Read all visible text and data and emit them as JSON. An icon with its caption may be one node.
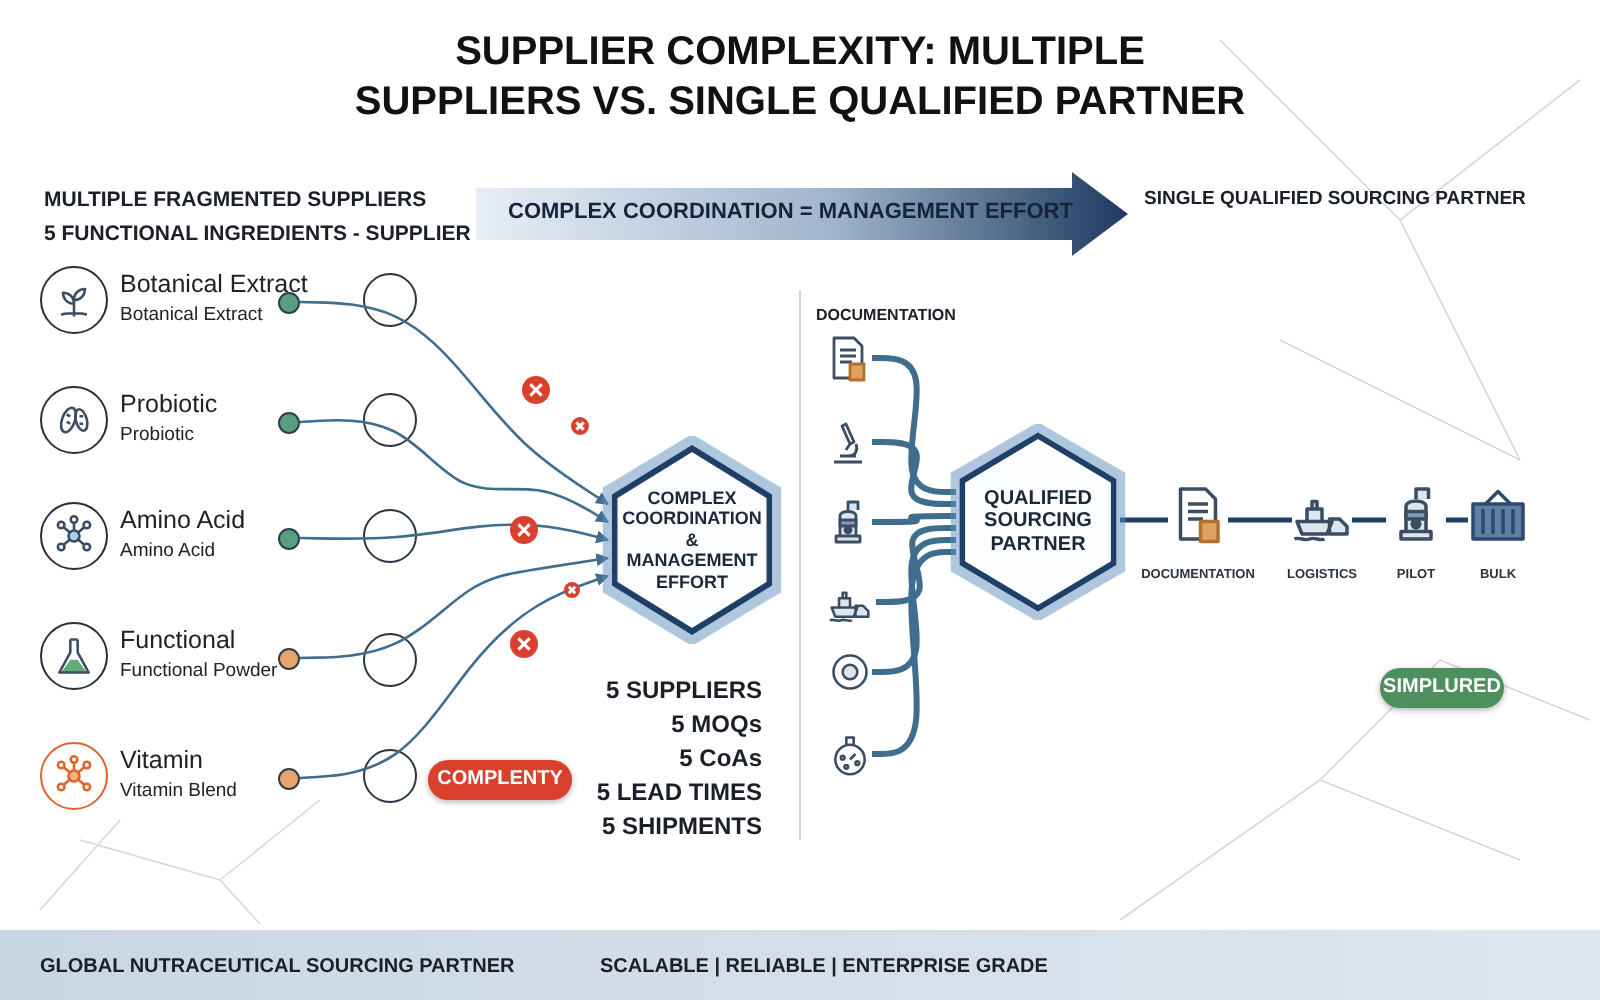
{
  "diagram": {
    "title": "SUPPLIER COMPLEXITY: MULTIPLE SUPPLIERS VS. SINGLE QUALIFIED PARTNER",
    "nodes": [
      {
        "text": [
          "Botanical Extract",
          "Botanical Extract"
        ]
      },
      {
        "text": [
          "Probiotic",
          "Probiotic"
        ]
      },
      {
        "text": [
          "Amino Acid",
          "Amino Acid"
        ]
      },
      {
        "text": [
          "Functional",
          "Functional Powder"
        ]
      },
      {
        "text": [
          "Vitamin",
          "Vitamin Blend"
        ]
      },
      {
        "text": [
          "COMPLEX COORDINATION & MANAGEMENT EFFORT"
        ]
      },
      {
        "text": [
          "COMPLEX COORDINATION = MANAGEMENT EFFORT"
        ]
      },
      {
        "text": [],
        "shape": "picture"
      },
      {
        "text": [],
        "shape": "picture"
      },
      {
        "text": [],
        "shape": "picture"
      },
      {
        "text": [],
        "shape": "picture"
      },
      {
        "text": [],
        "shape": "picture"
      },
      {
        "text": [],
        "shape": "picture"
      },
      {
        "text": [
          "QUALIFIED SOURCING PARTNER"
        ]
      },
      {
        "text": [
          "DOCUMENTATION"
        ]
      },
      {
        "text": [
          "LOGISTICS"
        ]
      },
      {
        "text": [
          "PILOT"
        ]
      },
      {
        "text": [
          "BULK"
        ]
      },
      {
        "text": [
          "COMPLENTY"
        ]
      },
      {
        "text": [
          "SIMPLURED"
        ]
      }
    ],
    "edges": [
      {
        "from": 0,
        "to": 5,
        "arrow": "to"
      },
      {
        "from": 1,
        "to": 5,
        "arrow": "to"
      },
      {
        "from": 2,
        "to": 5,
        "arrow": "to"
      },
      {
        "from": 3,
        "to": 5,
        "arrow": "to"
      },
      {
        "from": 4,
        "to": 5,
        "arrow": "to"
      },
      {
        "from": 7,
        "to": 13,
        "arrow": "none"
      },
      {
        "from": 8,
        "to": 13,
        "arrow": "none"
      },
      {
        "from": 9,
        "to": 13,
        "arrow": "none"
      },
      {
        "from": 10,
        "to": 13,
        "arrow": "none"
      },
      {
        "from": 11,
        "to": 13,
        "arrow": "none"
      },
      {
        "from": 12,
        "to": 13,
        "arrow": "none"
      },
      {
        "from": 13,
        "to": 14,
        "arrow": "none"
      },
      {
        "from": 14,
        "to": 15,
        "arrow": "none"
      },
      {
        "from": 15,
        "to": 16,
        "arrow": "none"
      },
      {
        "from": 16,
        "to": 17,
        "arrow": "none"
      }
    ],
    "labels": [
      "MULTIPLE FRAGMENTED SUPPLIERS",
      "5 FUNCTIONAL INGREDIENTS - SUPPLIER",
      "SINGLE QUALIFIED SOURCING PARTNER",
      "DOCUMENTATION",
      "5 SUPPLIERS",
      "5 MOQs",
      "5 CoAs",
      "5 LEAD TIMES",
      "5 SHIPMENTS",
      "GLOBAL NUTRACEUTICAL SOURCING PARTNER",
      "SCALABLE | RELIABLE | ENTERPRISE GRADE"
    ]
  }
}
